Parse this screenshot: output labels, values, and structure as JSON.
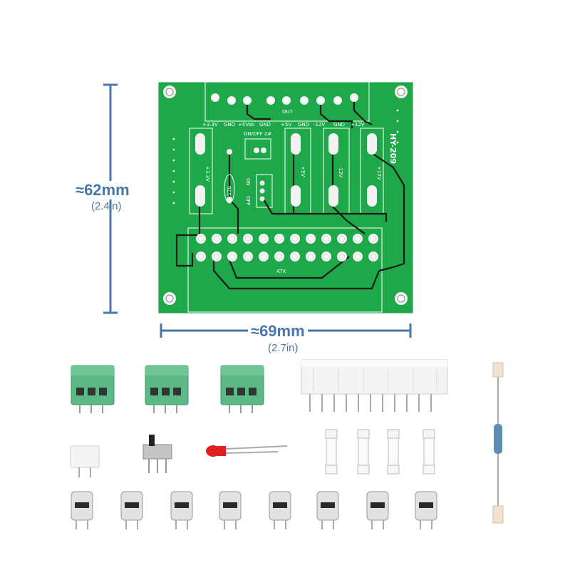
{
  "dimensions": {
    "height_mm": "≈62mm",
    "height_in": "(2.4in)",
    "width_mm": "≈69mm",
    "width_in": "(2.7in)"
  },
  "board": {
    "model": "HY-209",
    "out_label": "OUT",
    "switch_label": "ON/OFF 2#",
    "atx_label": "ATX",
    "res_label": "RES",
    "on_label": "ON",
    "off_label": "OFF",
    "rail_labels": [
      "+3.3V",
      "GND",
      "+5Vsb",
      "GND",
      "+5V",
      "GND",
      "-12V",
      "GND",
      "+12V"
    ],
    "side_labels": [
      "+3.3V",
      "+5V",
      "-12V",
      "+12V"
    ]
  },
  "colors": {
    "pcb": "#1fa84a",
    "trace": "#1a1a1a",
    "pad": "#f2f2f2",
    "dimension": "#4a77a8",
    "terminal": "#5cb884"
  },
  "parts": {
    "terminal_blocks": 3,
    "fuses": 4,
    "fuse_clips": 8
  }
}
